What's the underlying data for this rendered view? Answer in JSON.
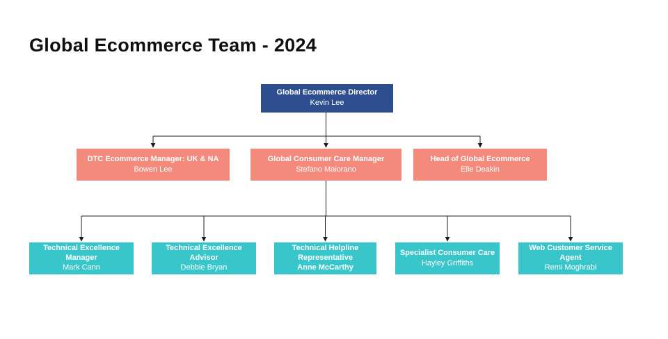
{
  "title": "Global Ecommerce Team - 2024",
  "colors": {
    "director_fill": "#2e4d8e",
    "manager_fill": "#f48a7b",
    "staff_fill": "#38c6cb",
    "box_text": "#ffffff",
    "title_color": "#0f0f0f",
    "line_color": "#1c1c1c",
    "background": "#ffffff"
  },
  "org": {
    "director": {
      "role": "Global Ecommerce Director",
      "name": "Kevin Lee"
    },
    "managers": [
      {
        "role": "DTC Ecommerce Manager: UK & NA",
        "name": "Bowen Lee"
      },
      {
        "role": "Global Consumer Care Manager",
        "name": "Stefano Maiorano"
      },
      {
        "role": "Head of Global Ecommerce",
        "name": "Elle Deakin"
      }
    ],
    "staff": [
      {
        "role": "Technical Excellence Manager",
        "name": "Mark Cann"
      },
      {
        "role": "Technical Excellence Advisor",
        "name": "Debbie Bryan"
      },
      {
        "role": "Technical Helpline Representative",
        "name": "Anne McCarthy"
      },
      {
        "role": "Specialist Consumer Care",
        "name": "Hayley Griffiths"
      },
      {
        "role": "Web Customer Service Agent",
        "name": "Remi Moghrabi"
      }
    ]
  }
}
